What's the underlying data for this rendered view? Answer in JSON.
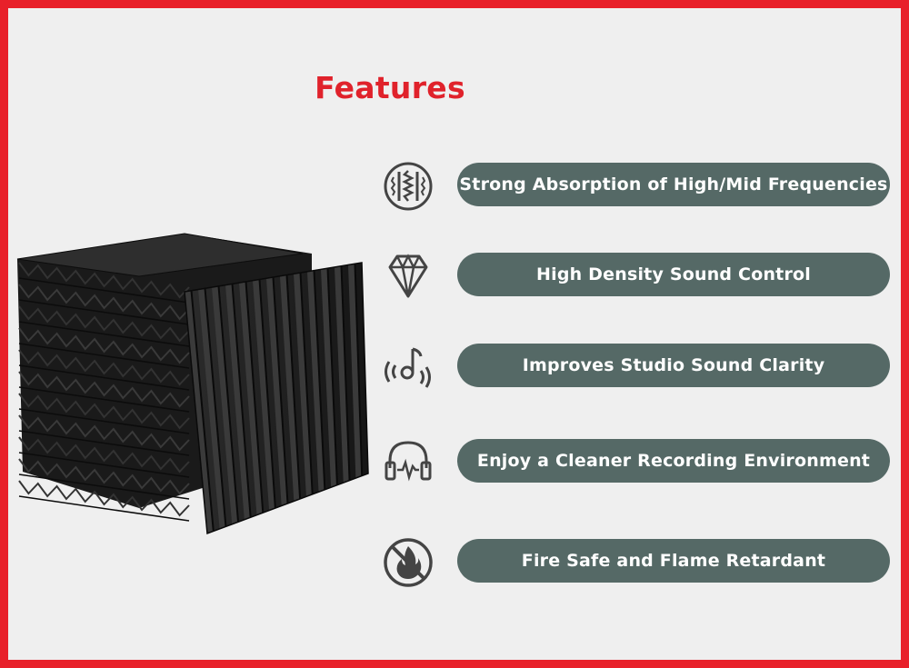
{
  "title": "Features",
  "features": [
    {
      "icon": "wave-absorption-icon",
      "label": "Strong Absorption of High/Mid Frequencies"
    },
    {
      "icon": "diamond-icon",
      "label": "High Density Sound Control"
    },
    {
      "icon": "music-note-sound-icon",
      "label": "Improves Studio Sound Clarity"
    },
    {
      "icon": "headphones-icon",
      "label": "Enjoy a Cleaner Recording Environment"
    },
    {
      "icon": "no-fire-icon",
      "label": "Fire Safe and Flame Retardant"
    }
  ],
  "colors": {
    "border": "#e8202a",
    "title": "#e0222b",
    "pill": "#556966",
    "background": "#efefef",
    "foam": "#1c1c1c"
  }
}
